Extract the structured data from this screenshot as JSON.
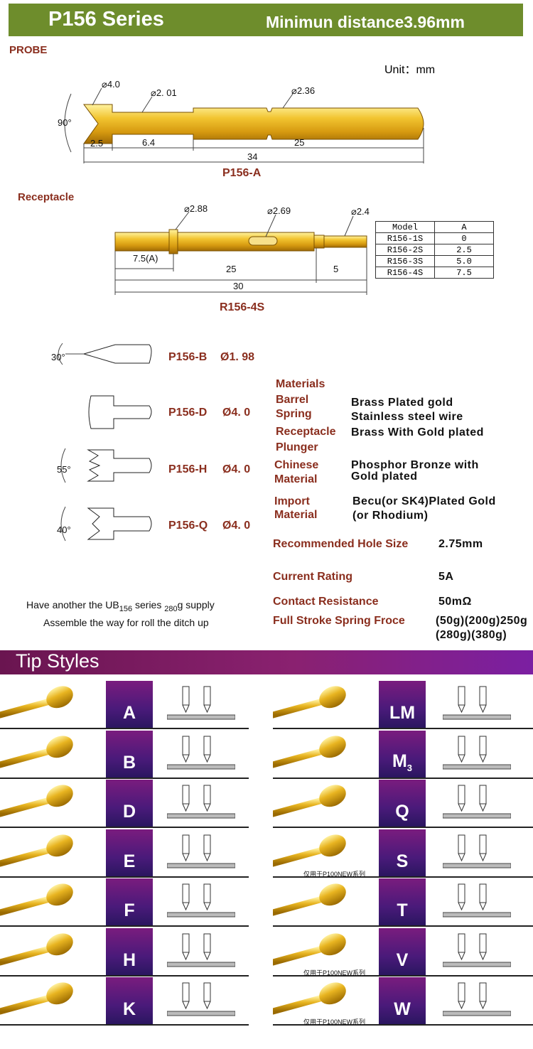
{
  "header": {
    "title": "P156 Series",
    "subtitle": "Minimun distance3.96mm"
  },
  "probe": {
    "section": "PROBE",
    "unit": "Unit：mm",
    "d1": "⌀4.0",
    "d2": "⌀2. 01",
    "d3": "⌀2.36",
    "angle": "90°",
    "l1": "2.5",
    "l2": "6.4",
    "l3": "25",
    "total": "34",
    "caption": "P156-A"
  },
  "receptacle": {
    "section": "Receptacle",
    "d1": "⌀2.88",
    "d2": "⌀2.69",
    "d3": "⌀2.4",
    "l1": "7.5(A)",
    "l2": "25",
    "l3": "5",
    "total": "30",
    "caption": "R156-4S",
    "table": {
      "headers": [
        "Model",
        "A"
      ],
      "rows": [
        [
          "R156-1S",
          "0"
        ],
        [
          "R156-2S",
          "2.5"
        ],
        [
          "R156-3S",
          "5.0"
        ],
        [
          "R156-4S",
          "7.5"
        ]
      ]
    }
  },
  "tips": [
    {
      "name": "P156-B",
      "dia": "Ø1. 98",
      "angle": "30°"
    },
    {
      "name": "P156-D",
      "dia": "Ø4. 0",
      "angle": ""
    },
    {
      "name": "P156-H",
      "dia": "Ø4. 0",
      "angle": "55°"
    },
    {
      "name": "P156-Q",
      "dia": "Ø4. 0",
      "angle": "40°"
    }
  ],
  "materials": {
    "title": "Materials",
    "barrel_l": "Barrel",
    "barrel_v": "Brass Plated gold",
    "spring_l": "Spring",
    "spring_v": "Stainless steel wire",
    "recep_l": "Receptacle",
    "recep_v": "Brass With Gold plated",
    "plunger_l": "Plunger",
    "cn_l1": "Chinese",
    "cn_l2": "Material",
    "cn_v1": "Phosphor Bronze with",
    "cn_v2": "Gold plated",
    "imp_l1": "Import",
    "imp_l2": "Material",
    "imp_v1": "Becu(or SK4)Plated Gold",
    "imp_v2": "(or Rhodium)"
  },
  "specs": {
    "hole_l": "Recommended Hole Size",
    "hole_v": "2.75mm",
    "current_l": "Current Rating",
    "current_v": "5A",
    "contact_l": "Contact Resistance",
    "contact_v": "50mΩ",
    "stroke_l": "Full Stroke Spring Froce",
    "stroke_v1": "(50g)(200g)250g",
    "stroke_v2": "(280g)(380g)"
  },
  "note": {
    "a": "Have another the UB",
    "sub1": "156",
    "b": " series ",
    "sub2": "280",
    "c": "g supply",
    "line2": "Assemble the way for roll the ditch up"
  },
  "tipstyles": {
    "title": "Tip Styles",
    "left": [
      "A",
      "B",
      "D",
      "E",
      "F",
      "H",
      "K"
    ],
    "right": [
      "LM",
      "M",
      "Q",
      "S",
      "T",
      "V",
      "W"
    ],
    "m_sub": "3",
    "cn": "仅用于P100NEW系列"
  }
}
